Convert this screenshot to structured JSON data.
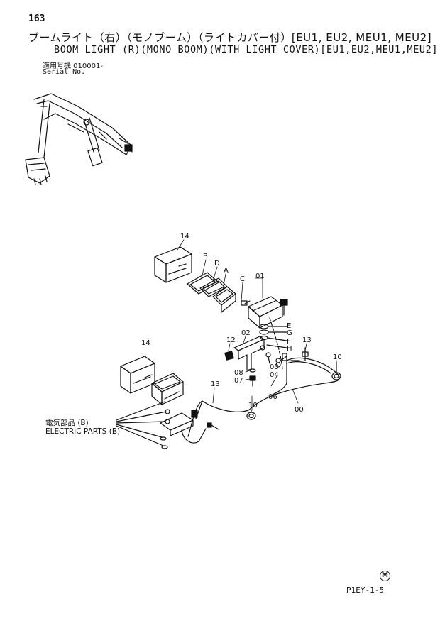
{
  "header": {
    "page_number": "163",
    "title_jp": "ブームライト（右）（モノブーム）（ライトカバー付）[EU1, EU2, MEU1, MEU2]",
    "title_en": "BOOM LIGHT (R)(MONO BOOM)(WITH LIGHT COVER)[EU1,EU2,MEU1,MEU2]",
    "serial_label_jp": "適用号機  010001-",
    "serial_label_en": "Serial No."
  },
  "callouts": {
    "c14a": "14",
    "cB": "B",
    "cD": "D",
    "cA": "A",
    "cC": "C",
    "c01": "01",
    "cE": "E",
    "cG": "G",
    "cF": "F",
    "cH": "H",
    "c12": "12",
    "c02": "02",
    "c13a": "13",
    "c10a": "10",
    "c03": "03",
    "c04": "04",
    "c08": "08",
    "c07": "07",
    "c06": "06",
    "c14b": "14",
    "c13b": "13",
    "c10b": "10",
    "c00": "00"
  },
  "legend": {
    "electric_parts_jp": "電気部品 (B)",
    "electric_parts_en": "ELECTRIC PARTS (B)"
  },
  "footer": {
    "mark": "M",
    "page_code": "P1EY-1-5"
  }
}
